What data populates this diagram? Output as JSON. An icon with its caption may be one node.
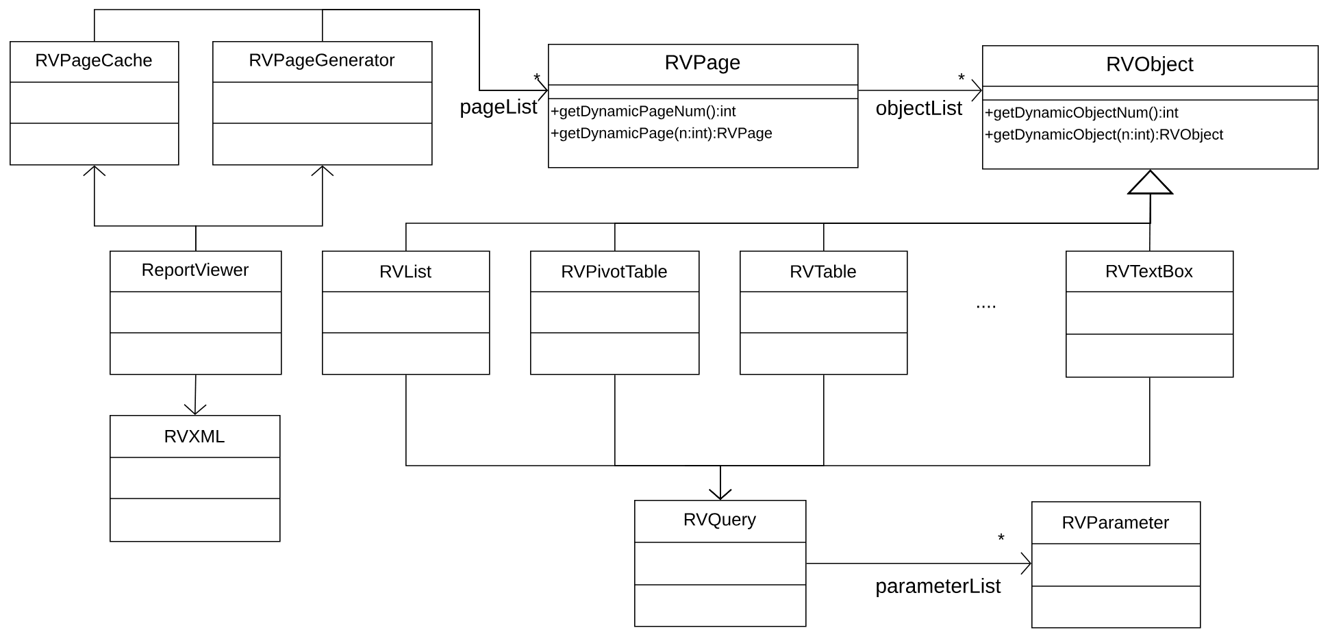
{
  "diagram": {
    "nodes": [
      {
        "text": [
          "RVPageCache"
        ]
      },
      {
        "text": [
          "RVPageGenerator"
        ]
      },
      {
        "text": [
          "RVPage",
          "+getDynamicPageNum():int",
          "+getDynamicPage(n:int):RVPage"
        ]
      },
      {
        "text": [
          "RVObject",
          "+getDynamicObjectNum():int",
          "+getDynamicObject(n:int):RVObject"
        ]
      },
      {
        "text": [
          "ReportViewer"
        ]
      },
      {
        "text": [
          "RVList"
        ]
      },
      {
        "text": [
          "RVPivotTable"
        ]
      },
      {
        "text": [
          "RVTable"
        ]
      },
      {
        "text": [
          "RVTextBox"
        ]
      },
      {
        "text": [
          "RVXML"
        ]
      },
      {
        "text": [
          "RVQuery"
        ]
      },
      {
        "text": [
          "RVParameter"
        ]
      }
    ],
    "edges": [
      {
        "from": 0,
        "to": 2,
        "arrow": "to",
        "label": "pageList"
      },
      {
        "from": 1,
        "to": 2,
        "arrow": "to"
      },
      {
        "from": 2,
        "to": 3,
        "arrow": "to",
        "label": "objectList"
      },
      {
        "from": 4,
        "to": 0,
        "arrow": "to"
      },
      {
        "from": 4,
        "to": 1,
        "arrow": "to"
      },
      {
        "from": 4,
        "to": 9,
        "arrow": "to"
      },
      {
        "from": 5,
        "to": 3,
        "arrow": "to"
      },
      {
        "from": 6,
        "to": 3,
        "arrow": "to"
      },
      {
        "from": 7,
        "to": 3,
        "arrow": "to"
      },
      {
        "from": 8,
        "to": 3,
        "arrow": "to"
      },
      {
        "from": 5,
        "to": 10,
        "arrow": "to"
      },
      {
        "from": 6,
        "to": 10,
        "arrow": "to"
      },
      {
        "from": 7,
        "to": 10,
        "arrow": "to"
      },
      {
        "from": 8,
        "to": 10,
        "arrow": "to"
      },
      {
        "from": 10,
        "to": 11,
        "arrow": "to",
        "label": "parameterList"
      }
    ],
    "labels": [
      "*",
      "*",
      "....",
      "*"
    ]
  }
}
